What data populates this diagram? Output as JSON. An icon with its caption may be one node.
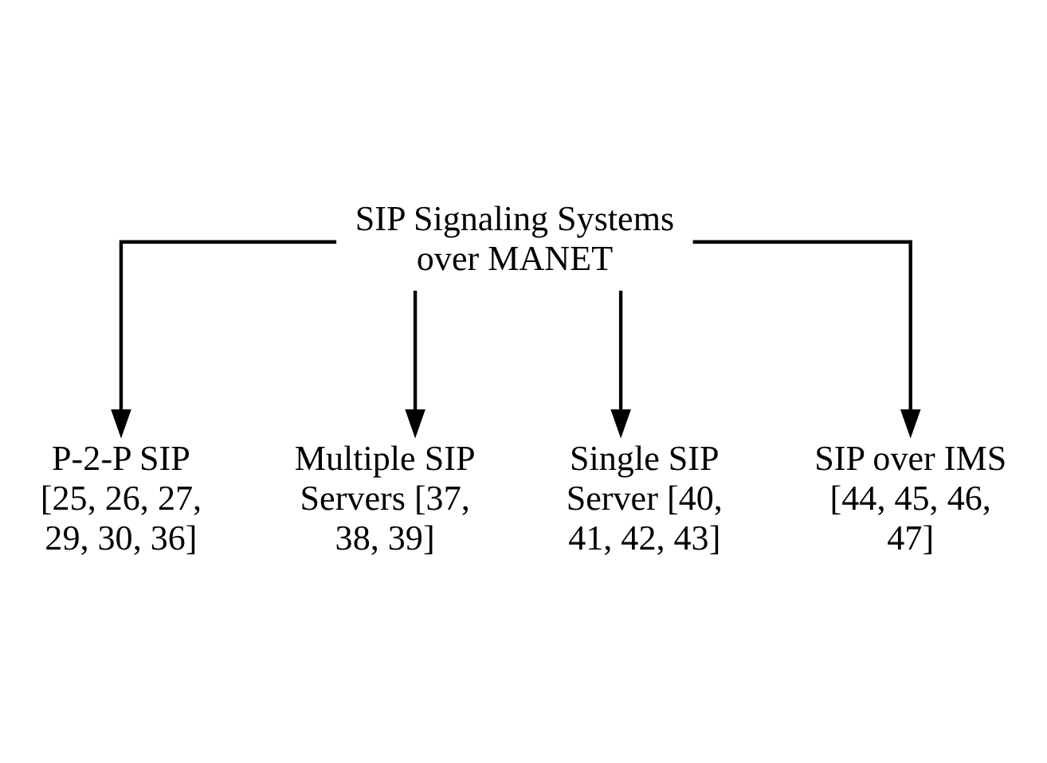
{
  "diagram": {
    "nodes": [
      {
        "text": [
          "SIP Signaling Systems over MANET"
        ]
      },
      {
        "text": [
          "P-2-P SIP [25, 26, 27, 29, 30, 36]"
        ]
      },
      {
        "text": [
          "Multiple SIP Servers [37, 38, 39]"
        ]
      },
      {
        "text": [
          "Single SIP Server [40, 41, 42, 43]"
        ]
      },
      {
        "text": [
          "SIP over IMS [44, 45, 46, 47]"
        ]
      }
    ],
    "edges": [
      {
        "from": 0,
        "to": 1,
        "arrow": "to"
      },
      {
        "from": 0,
        "to": 2,
        "arrow": "to"
      },
      {
        "from": 0,
        "to": 3,
        "arrow": "to"
      },
      {
        "from": 0,
        "to": 4,
        "arrow": "to"
      }
    ]
  }
}
